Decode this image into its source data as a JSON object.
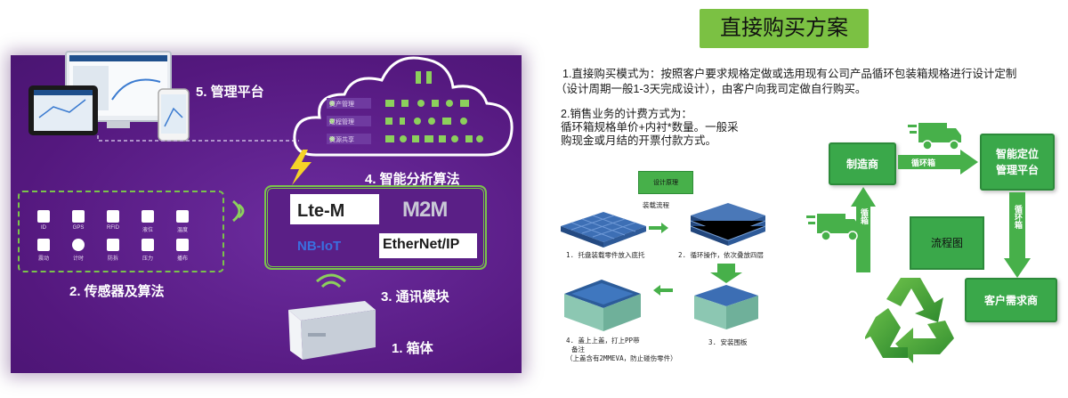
{
  "left": {
    "label_platform": "5. 管理平台",
    "label_algorithm": "4. 智能分析算法",
    "label_sensor": "2. 传感器及算法",
    "label_comm": "3. 通讯模块",
    "label_box": "1. 箱体",
    "cloud_items": [
      "资产管理",
      "过程管理",
      "资源共享"
    ],
    "sensors_top": [
      "ID",
      "GPS",
      "RFID",
      "液位",
      "温度"
    ],
    "sensors_bottom": [
      "震动",
      "计时",
      "防拆",
      "压力",
      "播布"
    ],
    "logos": [
      "Lte-M",
      "M2M",
      "NB-IoT",
      "EtherNet/IP"
    ]
  },
  "right": {
    "title": "直接购买方案",
    "para1_line1": "1.直接购买模式为：按照客户要求规格定做或选用现有公司产品循环包装箱规格进行设计定制",
    "para1_line2": "（设计周期一般1-3天完成设计），由客户向我司定做自行购买。",
    "para2_line1": "2.销售业务的计费方式为：",
    "para2_line2": "循环箱规格单价+内衬*数量。一般采",
    "para2_line3": "购现金或月结的开票付款方式。",
    "design_label": "设计原理",
    "install_label": "装载流程",
    "step1": "1. 托盘装载零件放入底托",
    "step2": "2. 循环操作，依次叠放四层",
    "step3": "3. 安装围板",
    "step4_l1": "4. 盖上上盖，打上PP带",
    "step4_l2": "备注",
    "step4_l3": "（上盖含有2MMEVA，防止碰伤零件）",
    "flow": {
      "manufacturer": "制造商",
      "platform_l1": "智能定位",
      "platform_l2": "管理平台",
      "customer": "客户需求商",
      "center": "流程图",
      "arrow_top": "循环箱",
      "arrow_right": "循环箱",
      "arrow_left": "循箱"
    }
  }
}
